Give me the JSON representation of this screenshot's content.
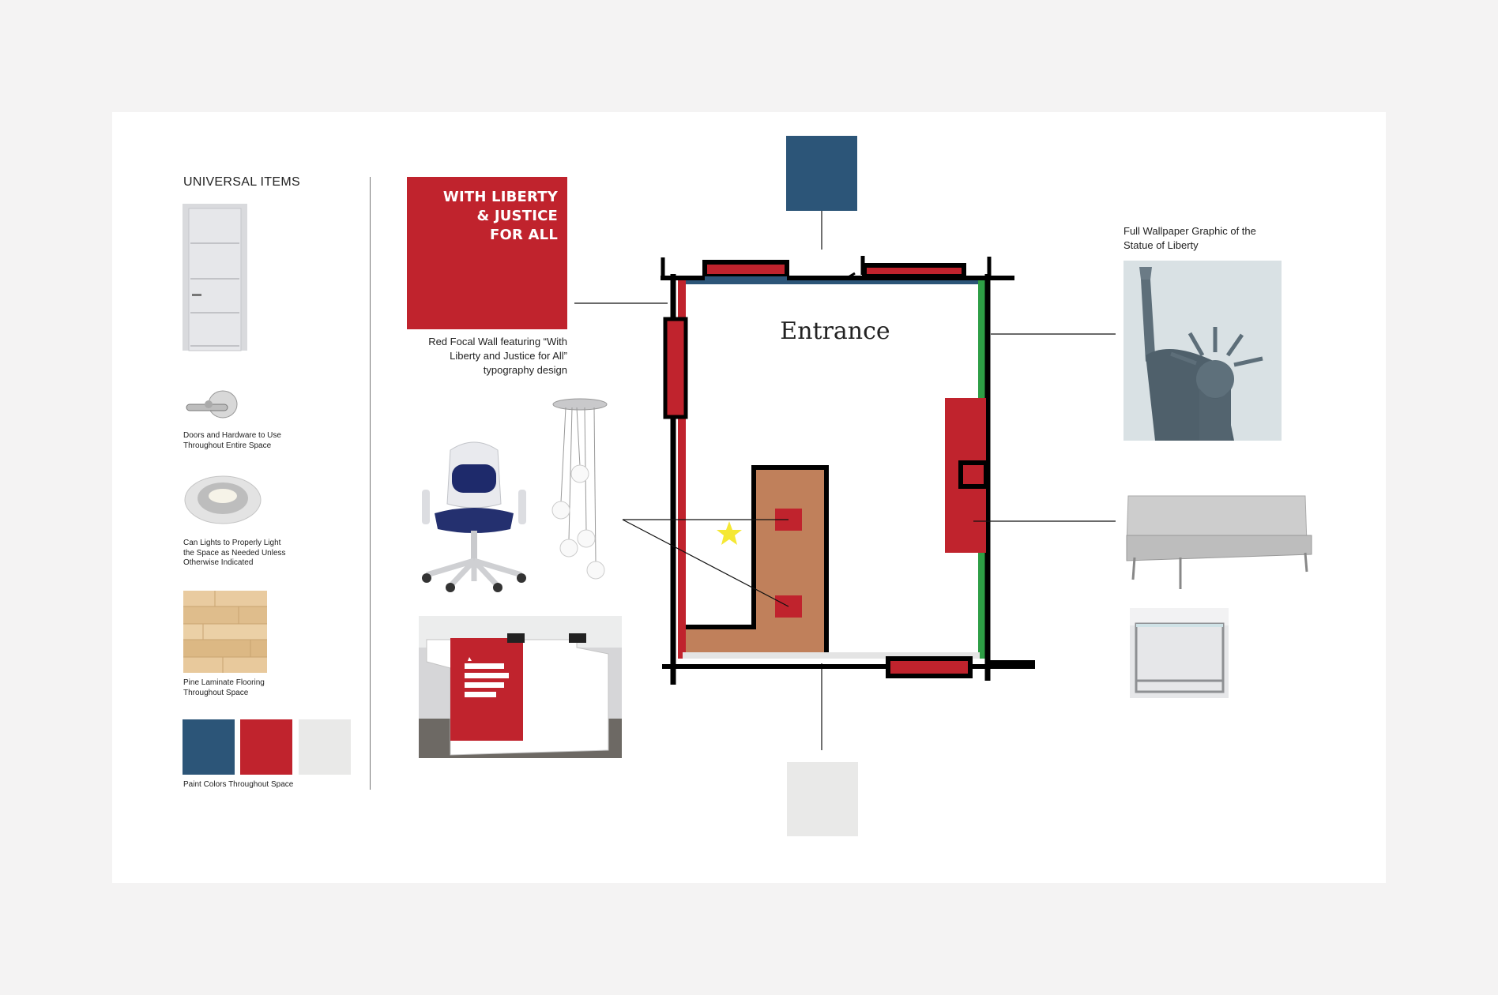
{
  "universal": {
    "title": "UNIVERSAL ITEMS",
    "door_caption": "Doors and Hardware to Use Throughout Entire Space",
    "light_caption": "Can Lights to Properly Light the Space as Needed Unless Otherwise Indicated",
    "floor_caption": "Pine Laminate Flooring Throughout Space",
    "paint_caption": "Paint Colors Throughout Space",
    "paint_colors": [
      "#2c5578",
      "#c0232d",
      "#e9e9e8"
    ]
  },
  "focal_wall": {
    "poster_line1": "WITH LIBERTY",
    "poster_line2": "& JUSTICE",
    "poster_line3": "FOR ALL",
    "caption": "Red Focal Wall featuring “With Liberty and Justice for All” typography design"
  },
  "plan": {
    "entrance_label": "Entrance"
  },
  "wallpaper": {
    "caption": "Full Wallpaper Graphic of the Statue of Liberty"
  },
  "colors": {
    "navy": "#2c5578",
    "red": "#c0232d",
    "green": "#2e9e45",
    "floor_tan": "#c0805b",
    "light_gray": "#e9e9e8",
    "star_yellow": "#f5e834"
  }
}
